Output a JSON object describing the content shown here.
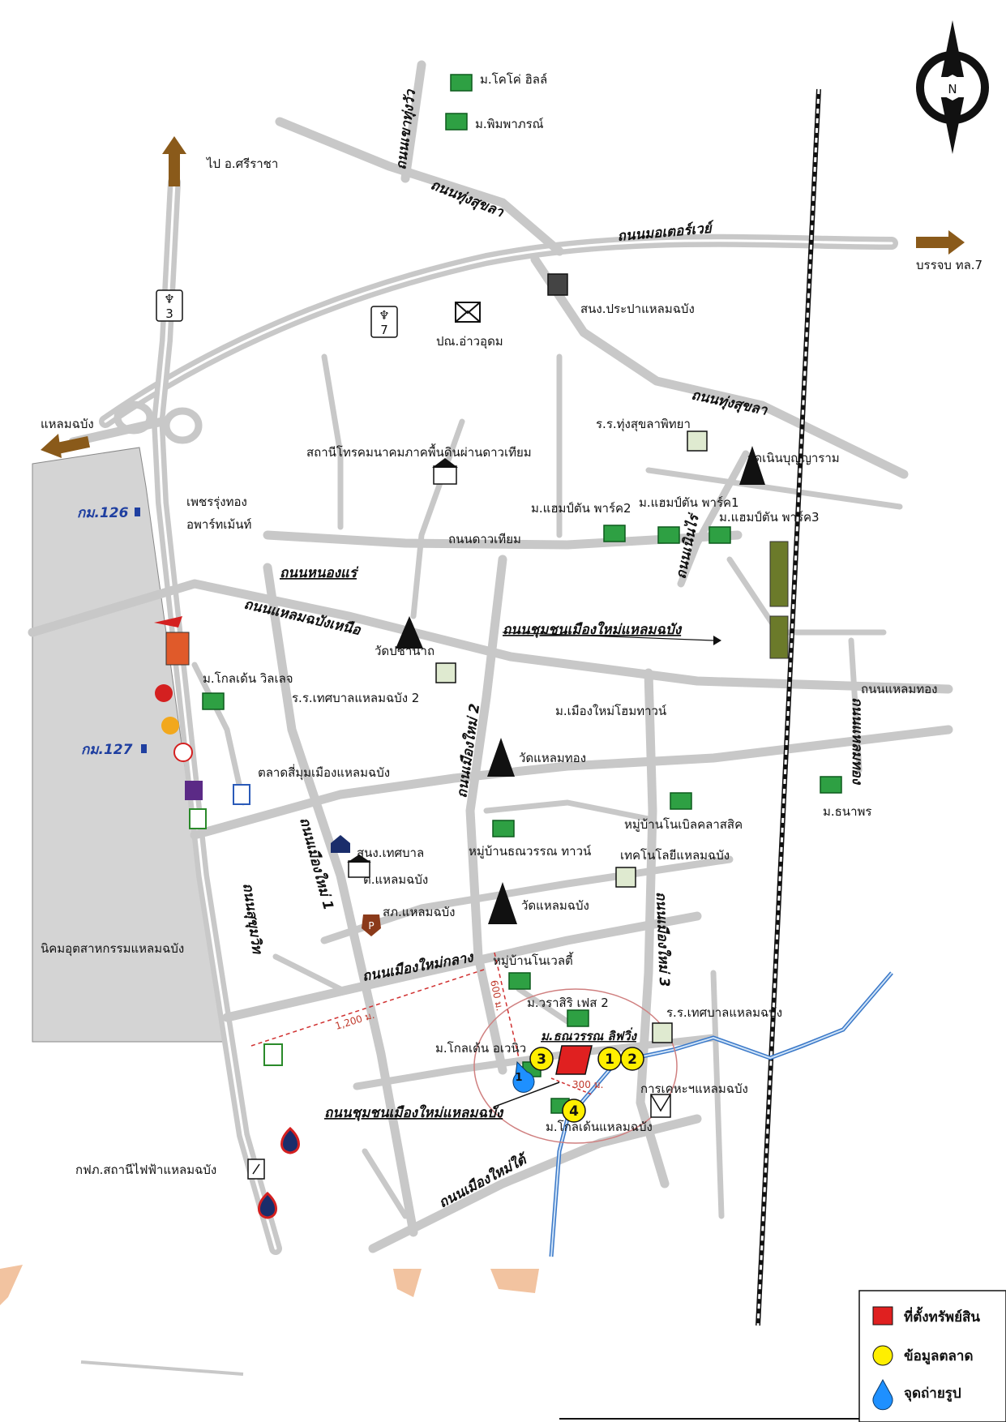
{
  "north_label": "N",
  "highway_badges": {
    "h3": "3",
    "h7": "7",
    "badge_symbol": "♆"
  },
  "directions": {
    "sriracha": "ไป อ.ศรีราชา",
    "laem_chabang": "แหลมฉบัง",
    "motorway_to": "บรรจบ ทล.7"
  },
  "km_markers": {
    "km126": "กม.126",
    "km127": "กม.127"
  },
  "roads": {
    "khao_thung_wua": "ถนนเขาทุ่งวัว",
    "thung_sukhla_top": "ถนนทุ่งสุขลา",
    "motorway": "ถนนมอเตอร์เวย์",
    "thung_sukhla_mid": "ถนนทุ่งสุขลา",
    "dao_thiam": "ถนนดาวเทียม",
    "noen_rai": "ถนนเนินไร่",
    "nong_rae": "ถนนหนองแร่",
    "laem_chabang_nuea": "ถนนแหลมฉบังเหนือ",
    "chumchon_top": "ถนนชุมชนเมืองใหม่แหลมฉบัง",
    "laem_thong_road": "ถนนแหลมทอง",
    "vertical_right": "ถนนแหลมทอง",
    "mueang_mai_2": "ถนนเมืองใหม่ 2",
    "mueang_mai_1": "ถนนเมืองใหม่ 1",
    "mueang_mai_3": "ถนนเมืองใหม่ 3",
    "sukhumvit": "ถนนสุขุมวิท",
    "mueang_mai_klang": "ถนนเมืองใหม่กลาง",
    "chumchon_bottom": "ถนนชุมชนเมืองใหม่แหลมฉบัง",
    "mueang_mai_tai": "ถนนเมืองใหม่ใต้"
  },
  "places": {
    "coco_hill": "ม.โคโค่ ฮิลล์",
    "pimpaporn": "ม.พิมพาภรณ์",
    "water_office": "สนง.ประปาแหลมฉบัง",
    "post_office": "ปณ.อ่าวอุดม",
    "thung_sukhla_school": "ร.ร.ทุ่งสุขลาพิทยา",
    "satellite_station": "สถานีโทรคมนาคมภาคพื้นดินผ่านดาวเทียม",
    "wat_noen": "วัดเนินบุญญาราม",
    "hampton2": "ม.แฮมป์ตัน พาร์ค2",
    "hampton1": "ม.แฮมป์ตัน พาร์ค1",
    "hampton3": "ม.แฮมป์ตัน พาร์ค3",
    "petchrungthong_1": "เพชรรุ่งทอง",
    "petchrungthong_2": "อพาร์ทเม้นท์",
    "wat_pracha": "วัดปชานาถ",
    "golden_village": "ม.โกลเด้น วิลเลจ",
    "municipal_school2": "ร.ร.เทศบาลแหลมฉบัง 2",
    "mueang_mai_home": "ม.เมืองใหม่โฮมทาวน์",
    "wat_laem_thong": "วัดแหลมทอง",
    "market": "ตลาดสี่มุมเมืองแหลมฉบัง",
    "novel_classic": "หมู่บ้านโนเบิลคลาสสิค",
    "thanaporn": "ม.ธนาพร",
    "thanawan_town": "หมู่บ้านธณวรรณ ทาวน์",
    "tech_laem_chabang": "เทคโนโลยีแหลมฉบัง",
    "municipal_office": "สนง.เทศบาล",
    "tambon": "ต.แหลมฉบัง",
    "police": "สภ.แหลมฉบัง",
    "wat_laem_chabang": "วัดแหลมฉบัง",
    "industrial_estate": "นิคมอุตสาหกรรมแหลมฉบัง",
    "novel_ville": "หมู่บ้านโนเวลตี้",
    "warasiri": "ม.วราสิริ เฟส 2",
    "subject_property": "ม.ธณวรรณ ลิฟวิ่ง",
    "municipal_school": "ร.ร.เทศบาลแหลมฉบัง",
    "golden_avenue": "ม.โกลเด้น อเวนิว",
    "housing_authority": "การเคหะฯแหลมฉบัง",
    "golden_laem_chabang": "ม.โกลเด้นแหลมฉบัง",
    "pea": "กฟภ.สถานีไฟฟ้าแหลมฉบัง"
  },
  "distances": {
    "d1200": "1,200 ม.",
    "d600": "600 ม.",
    "d300": "300 ม."
  },
  "market_points": [
    "1",
    "2",
    "3",
    "4"
  ],
  "photo_point": "1",
  "legend": {
    "property": "ที่ตั้งทรัพย์สิน",
    "market_data": "ข้อมูลตลาด",
    "photo_point": "จุดถ่ายรูป"
  },
  "colors": {
    "road": "#c8c8c8",
    "industrial": "#d4d4d4",
    "property": "#e02020",
    "market": "#ffef00",
    "photo": "#1e90ff",
    "river": "#3a78c8",
    "dist_line": "#d03030",
    "km_text": "#1f3fa0"
  }
}
